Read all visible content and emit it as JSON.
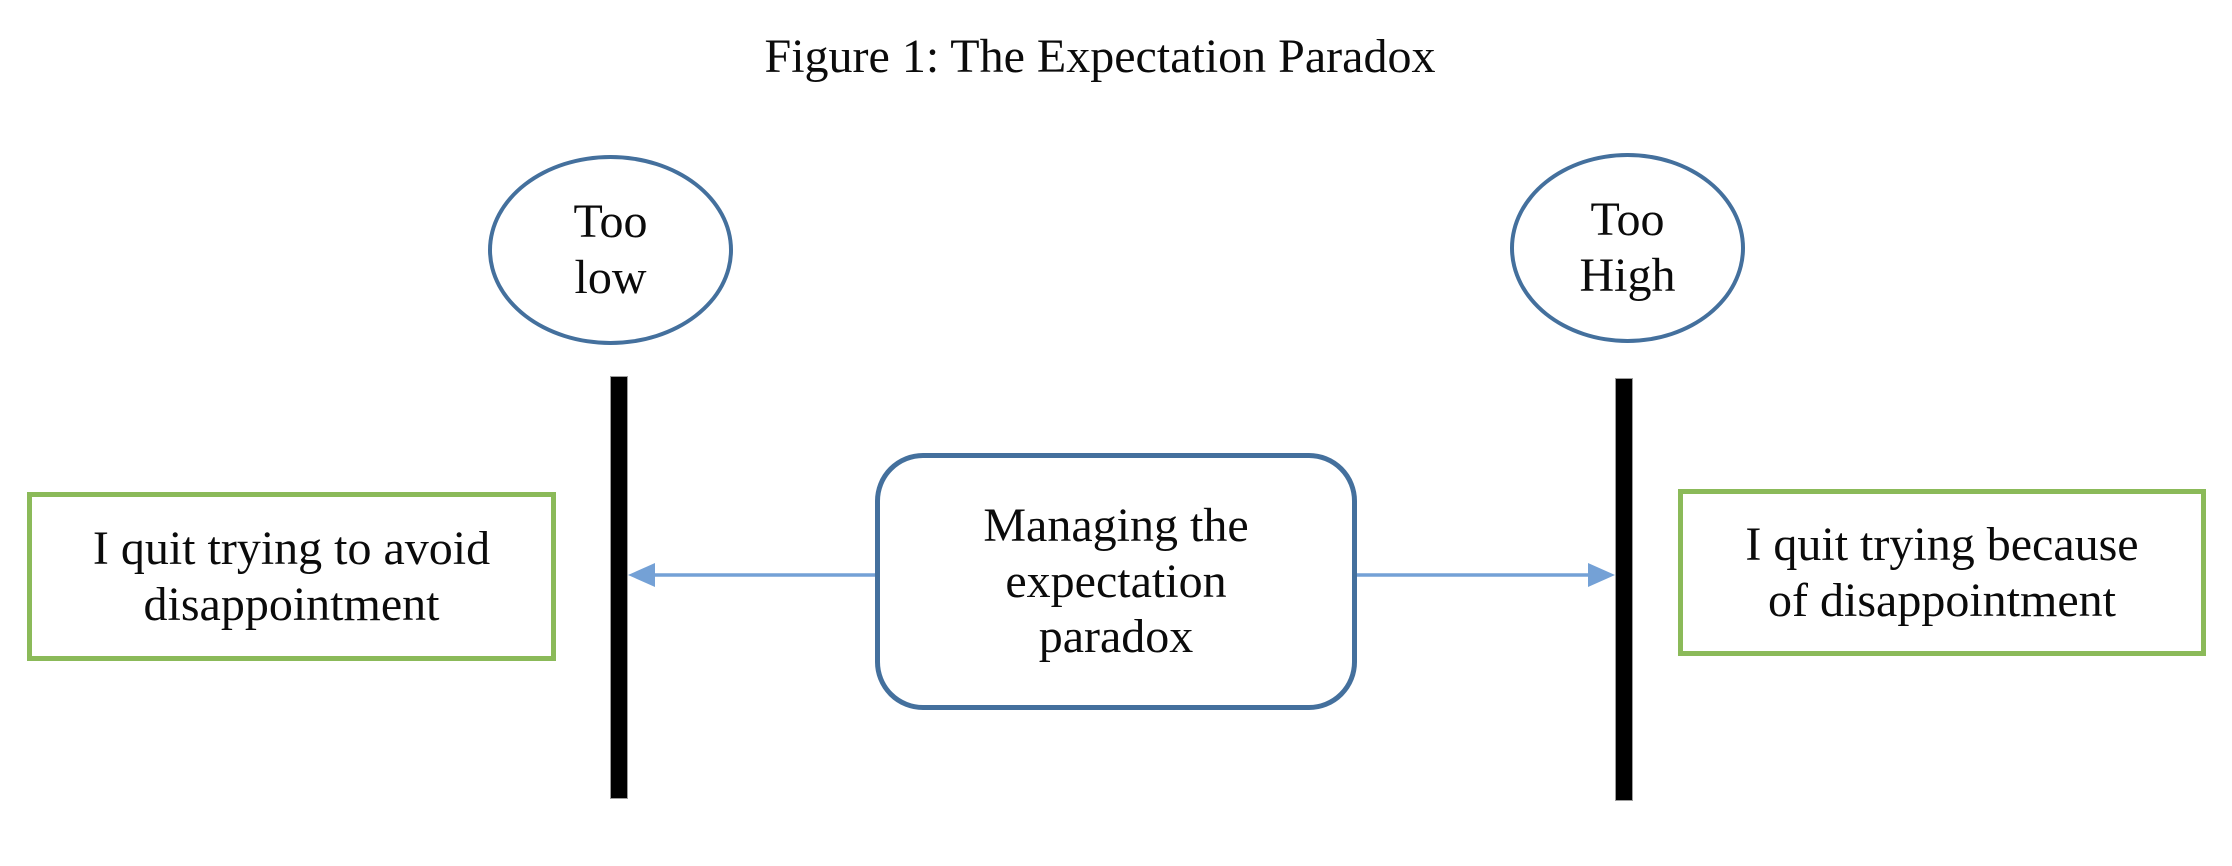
{
  "title": "Figure 1: The Expectation Paradox",
  "colors": {
    "outline_blue": "#44709D",
    "arrow_blue": "#74A1D6",
    "outline_green": "#8BBA59",
    "bar_fill": "#000000",
    "bar_edge": "#9D9D9D",
    "text": "#0B0B0B",
    "background": "#FFFFFF"
  },
  "nodes": {
    "too_low": {
      "line1": "Too",
      "line2": "low",
      "full": "Too low"
    },
    "too_high": {
      "line1": "Too",
      "line2": "High",
      "full": "Too High"
    },
    "center": {
      "line1": "Managing the",
      "line2": "expectation",
      "line3": "paradox",
      "full": "Managing the expectation paradox"
    },
    "left_outcome": {
      "line1": "I quit trying to avoid",
      "line2": "disappointment",
      "full": "I quit trying to avoid disappointment"
    },
    "right_outcome": {
      "line1": "I quit trying because",
      "line2": "of disappointment",
      "full": "I quit trying because of disappointment"
    }
  }
}
